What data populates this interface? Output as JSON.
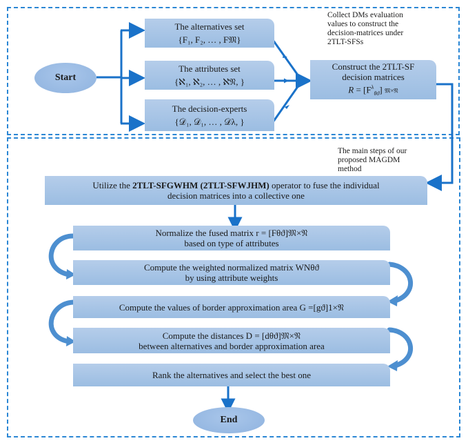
{
  "diagram": {
    "colors": {
      "frame": "#2a86d4",
      "arrow": "#1a72c9",
      "box_fill_top": "#b5cdea",
      "box_fill_bottom": "#9bbde2",
      "curved_arrow": "#4d8fd0"
    },
    "start_label": "Start",
    "end_label": "End",
    "top_note": [
      "Collect DMs evaluation",
      "values to construct the",
      "decision-matrices under",
      "2TLT-SFSs"
    ],
    "bottom_note": [
      "The main steps of our",
      "proposed MAGDM",
      "method"
    ],
    "inputs": [
      {
        "title": "The alternatives set",
        "set": "{F₁, F₂, … , F𝔐}"
      },
      {
        "title": "The attributes set",
        "set": "{ℵ₁, ℵ₂, … , ℵ𝔑, }"
      },
      {
        "title": "The decision-experts",
        "set": "{𝒟₁, 𝒟₁, … , 𝒟λ, }"
      }
    ],
    "construct": {
      "line1": "Construct the 2TLT-SF",
      "line2": "decision matrices",
      "formula": "R = [F^λ_θϑ] 𝔐×𝔑"
    },
    "fuse": {
      "prefix": "Utilize the ",
      "bold": "2TLT-SFGWHM (2TLT-SFWJHM)",
      "suffix": " operator to fuse the individual",
      "line2": "decision matrices into a collective one"
    },
    "steps": [
      {
        "line1": "Normalize the fused matrix r = [Fθϑ]𝔐×𝔑",
        "line2": "based on type of attributes"
      },
      {
        "line1": "Compute the weighted normalized matrix WNθϑ",
        "line2": "by using attribute weights"
      },
      {
        "line1": "Compute the values of border approximation area G =[gϑ]1×𝔑",
        "line2": ""
      },
      {
        "line1": "Compute the distances D = [dθϑ]𝔐×𝔑",
        "line2": "between alternatives and border approximation area"
      },
      {
        "line1": "Rank the alternatives and select the best one",
        "line2": ""
      }
    ]
  }
}
